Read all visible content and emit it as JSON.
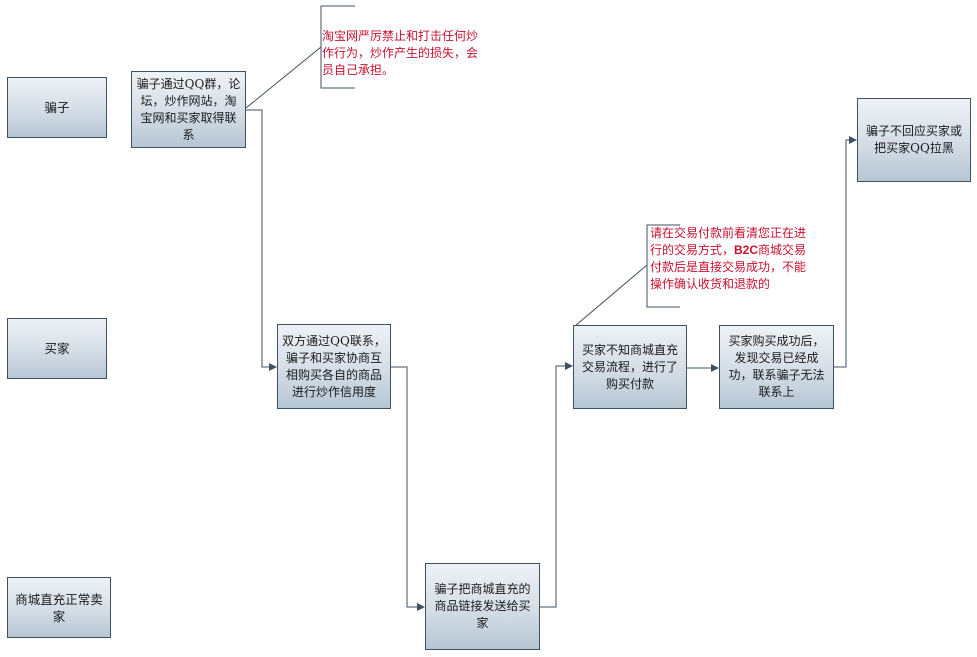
{
  "lanes": {
    "scammer": "骗子",
    "buyer": "买家",
    "seller": "商城直充正常卖家"
  },
  "steps": {
    "s1": "骗子通过QQ群，论坛，炒作网站，淘宝网和买家取得联系",
    "s2": "双方通过QQ联系，骗子和买家协商互相购买各自的商品进行炒作信用度",
    "s3": "骗子把商城直充的商品链接发送给买家",
    "s4": "买家不知商城直充交易流程，进行了购买付款",
    "s5": "买家购买成功后，发现交易已经成功，联系骗子无法联系上",
    "s6": "骗子不回应买家或把买家QQ拉黑"
  },
  "notes": {
    "n1": "淘宝网严厉禁止和打击任何炒作行为，炒作产生的损失，会员自己承担。",
    "n2_part1": "请在交易付款前看清您正在进行的交易方式，",
    "n2_bold": "B2C",
    "n2_part2": "商城交易付款后是直接交易成功，不能操作确认收货和退款的"
  },
  "colors": {
    "note_text": "#c8102e",
    "connector": "#3f5161"
  }
}
